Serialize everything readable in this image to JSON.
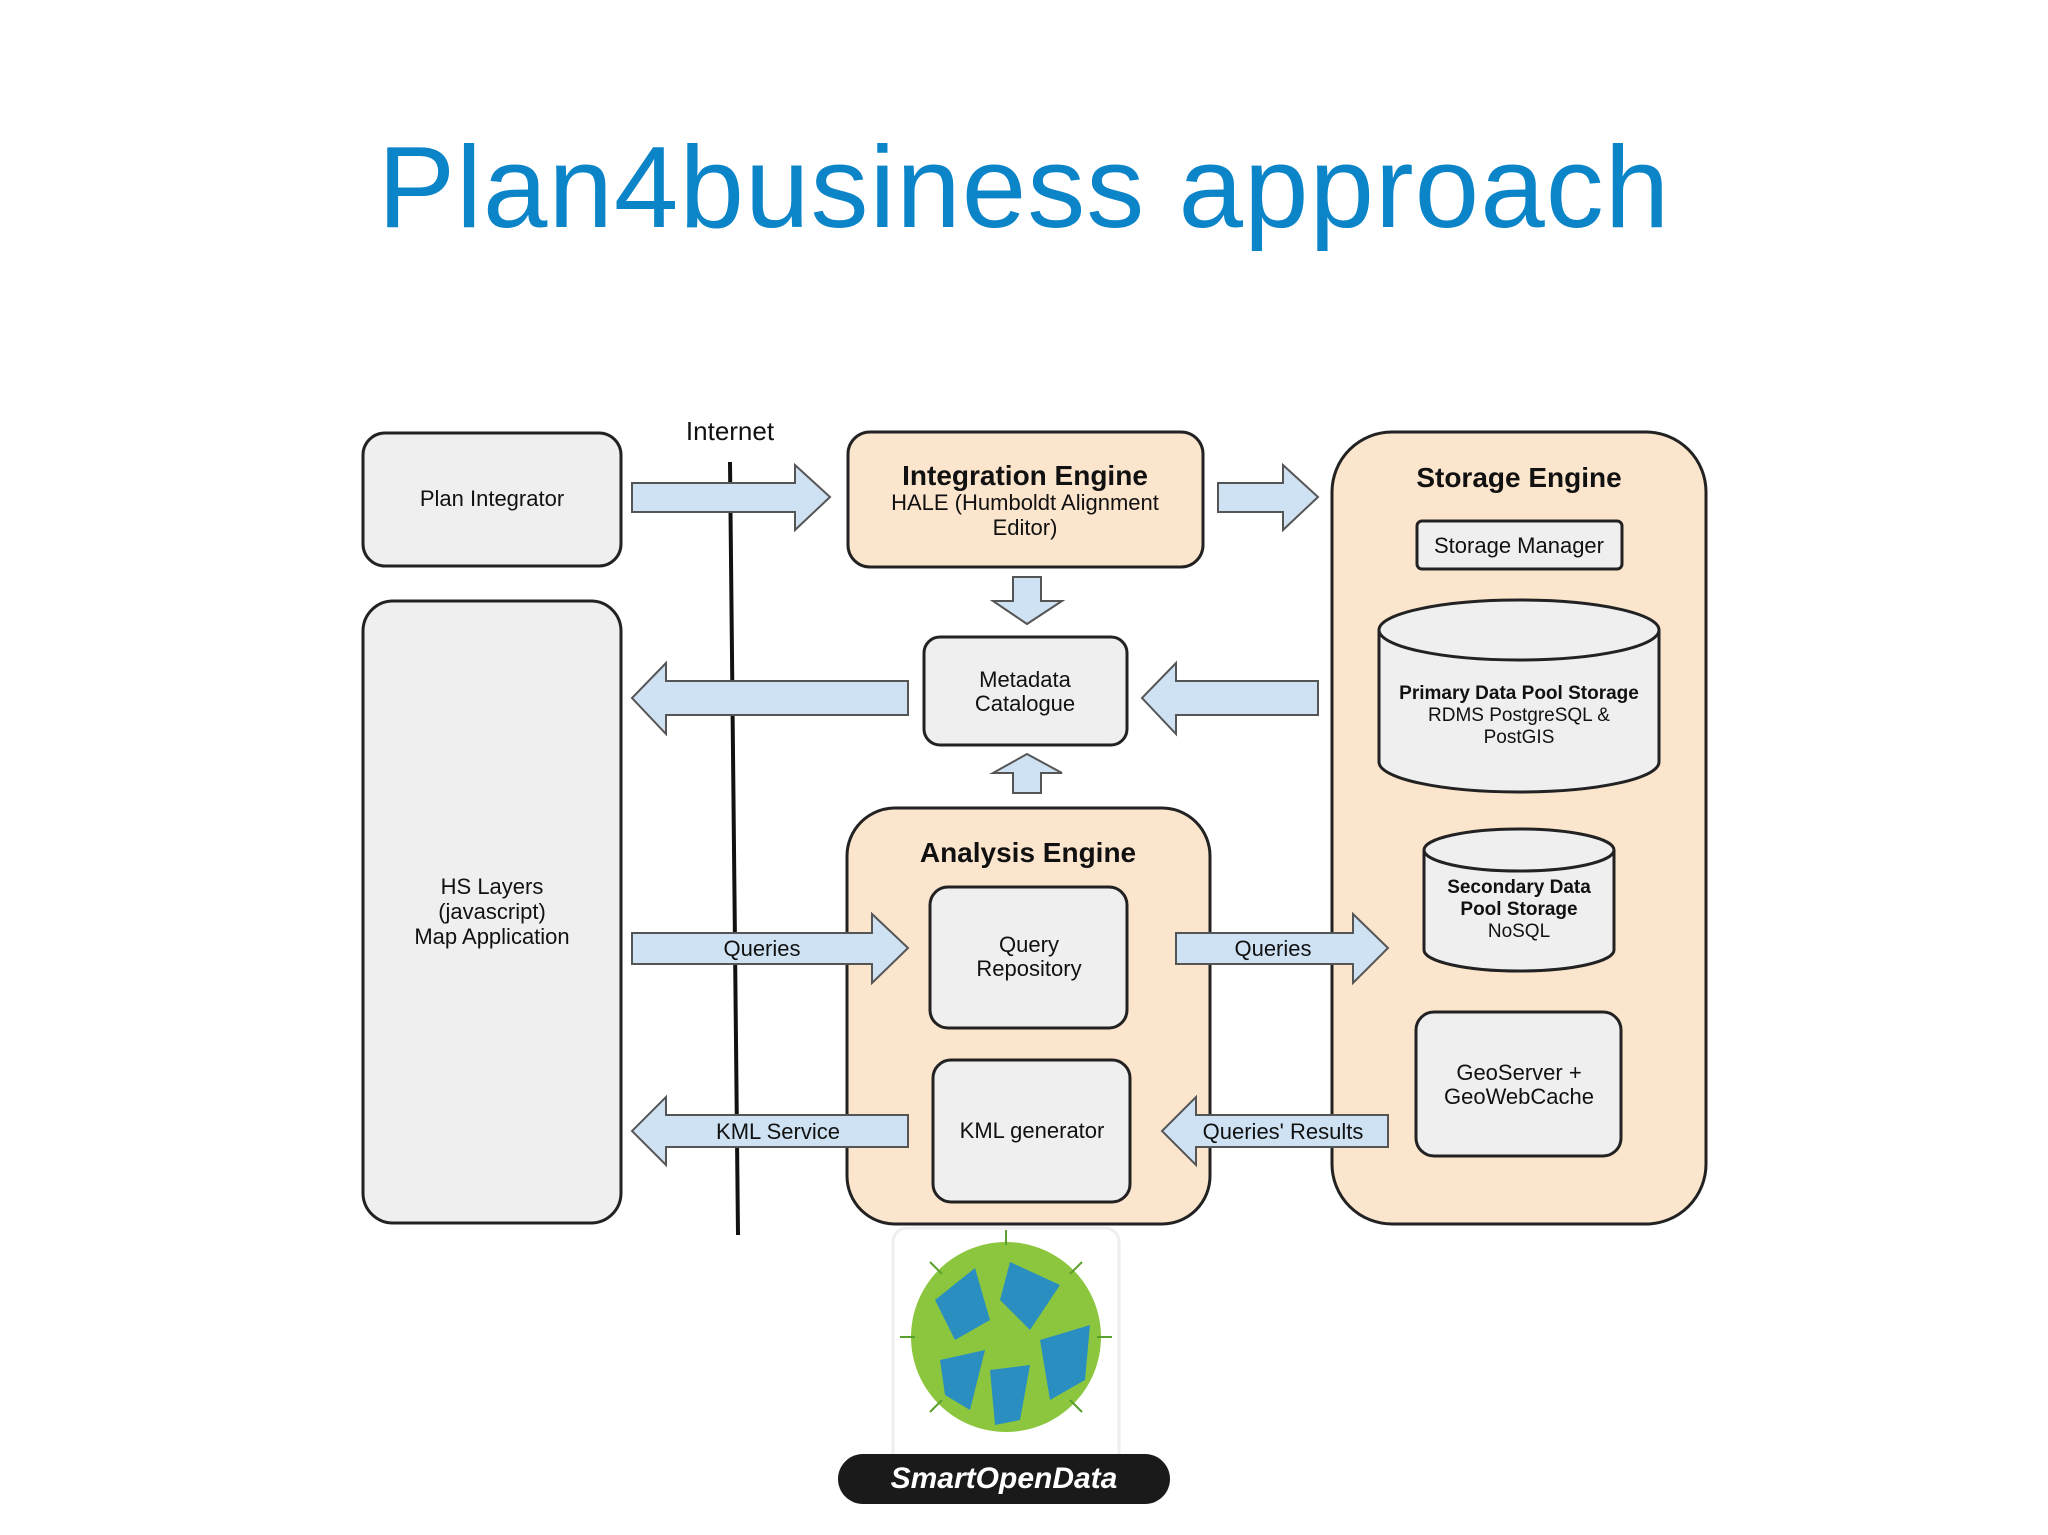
{
  "slide": {
    "title": "Plan4business  approach"
  },
  "diagram": {
    "internet_label": "Internet",
    "plan_integrator": "Plan Integrator",
    "hs_layers": [
      "HS Layers",
      "(javascript)",
      "Map Application"
    ],
    "integration_engine": {
      "title": "Integration Engine",
      "subtitle": [
        "HALE (Humboldt Alignment",
        "Editor)"
      ]
    },
    "metadata_catalogue": [
      "Metadata",
      "Catalogue"
    ],
    "analysis_engine": {
      "title": "Analysis Engine",
      "query_repository": [
        "Query",
        "Repository"
      ],
      "kml_generator": "KML generator"
    },
    "storage_engine": {
      "title": "Storage Engine",
      "storage_manager": "Storage Manager",
      "primary_pool": {
        "title": "Primary Data Pool Storage",
        "detail": [
          "RDMS PostgreSQL &",
          "PostGIS"
        ]
      },
      "secondary_pool": {
        "title": [
          "Secondary Data",
          "Pool Storage"
        ],
        "detail": "NoSQL"
      },
      "geoserver": [
        "GeoServer +",
        "GeoWebCache"
      ]
    },
    "arrows": {
      "queries_left": "Queries",
      "queries_right": "Queries",
      "kml_service": "KML Service",
      "queries_results": "Queries' Results"
    }
  },
  "logo": {
    "text": "SmartOpenData"
  },
  "colors": {
    "title": "#0b84c8",
    "engine_fill": "#fce5cd",
    "box_fill": "#efefef",
    "arrow_fill": "#cfe2f3",
    "stroke": "#222222"
  }
}
